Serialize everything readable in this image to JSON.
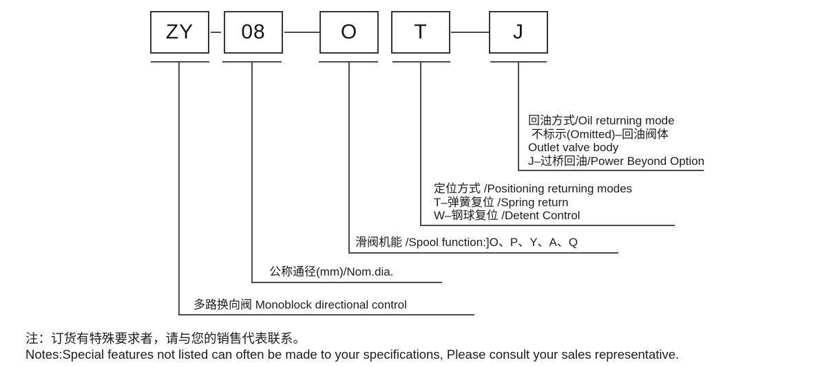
{
  "figure": {
    "title_semantic": "Model code breakdown for monoblock directional control valve",
    "boxes": [
      {
        "id": "series",
        "label": "ZY"
      },
      {
        "id": "nominal-diameter",
        "label": "08"
      },
      {
        "id": "spool-function",
        "label": "O"
      },
      {
        "id": "positioning-mode",
        "label": "T"
      },
      {
        "id": "oil-returning-mode",
        "label": "J"
      }
    ],
    "legends": {
      "oil_returning": {
        "lines": [
          "回油方式/Oil returning mode",
          " 不标示(Omitted)–回油阀体",
          "Outlet valve body",
          "J–过桥回油/Power Beyond Option"
        ]
      },
      "positioning": {
        "lines": [
          "定位方式 /Positioning returning modes",
          "T–弹簧复位 /Spring return",
          "W–钢球复位 /Detent Control"
        ]
      },
      "spool_function": {
        "lines": [
          "滑阀机能 /Spool function:]O、P、Y、A、Q"
        ]
      },
      "nominal_diameter": {
        "lines": [
          "公称通径(mm)/Nom.dia."
        ]
      },
      "monoblock": {
        "lines": [
          "多路换向阀 Monoblock directional control"
        ]
      }
    },
    "notes": {
      "zh": "注：订货有特殊要求者，请与您的销售代表联系。",
      "en": "Notes:Special features not listed can often be made to your specifications, Please consult your sales representative."
    },
    "colors": {
      "background": "#ffffff",
      "line": "#4a4a4a",
      "box_border": "#333333",
      "text": "#1c1c1c"
    }
  }
}
